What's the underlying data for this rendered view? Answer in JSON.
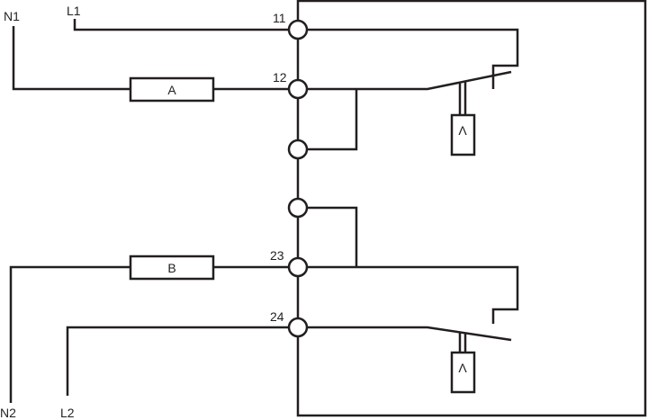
{
  "terminals": {
    "t11": "11",
    "t12": "12",
    "t23": "23",
    "t24": "24"
  },
  "supply": {
    "n1": "N1",
    "l1": "L1",
    "n2": "N2",
    "l2": "L2"
  },
  "loads": {
    "a": "A",
    "b": "B"
  },
  "actuators": {
    "top": "Λ",
    "bottom": "Λ"
  },
  "colors": {
    "line": "#231f20",
    "background": "#ffffff"
  }
}
